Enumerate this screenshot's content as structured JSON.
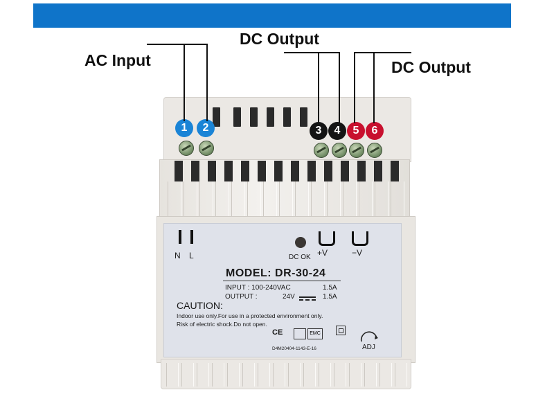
{
  "callouts": {
    "ac_input": "AC Input",
    "dc_output_top": "DC Output",
    "dc_output_right": "DC Output"
  },
  "terminals": [
    {
      "number": "1",
      "color": "#1a84d6"
    },
    {
      "number": "2",
      "color": "#1a84d6"
    },
    {
      "number": "3",
      "color": "#141414"
    },
    {
      "number": "4",
      "color": "#141414"
    },
    {
      "number": "5",
      "color": "#c8102e"
    },
    {
      "number": "6",
      "color": "#c8102e"
    }
  ],
  "face": {
    "n_label": "N",
    "l_label": "L",
    "dc_ok": "DC OK",
    "plus_v": "+V",
    "minus_v": "−V",
    "model": "MODEL: DR-30-24",
    "input_label": "INPUT : 100-240VAC",
    "input_current": "1.5A",
    "output_label": "OUTPUT :",
    "output_voltage": "24V",
    "output_current": "1.5A",
    "caution": "CAUTION:",
    "caution_line1": "Indoor use only.For use in a protected environment only.",
    "caution_line2": "Risk of electric shock.Do not open.",
    "ce": "CE",
    "emc": "EMC",
    "serial": "D4M20404-1143-E-16",
    "adj": "ADJ"
  },
  "colors": {
    "header_bar": "#0f74c9",
    "ac_badge": "#1a84d6",
    "dc_neg_badge": "#141414",
    "dc_pos_badge": "#c8102e"
  }
}
